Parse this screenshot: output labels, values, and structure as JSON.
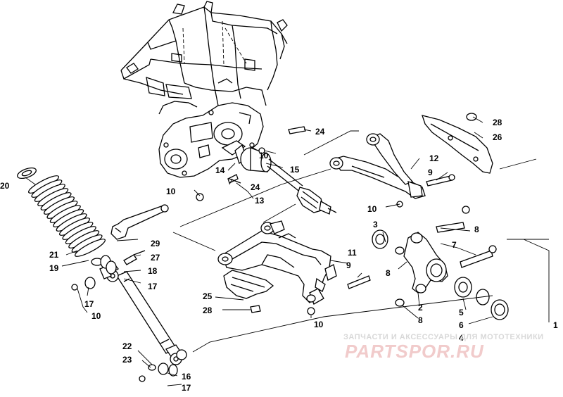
{
  "callouts": {
    "c1": "1",
    "c2": "2",
    "c3": "3",
    "c4": "4",
    "c5": "5",
    "c6": "6",
    "c7": "7",
    "c8a": "8",
    "c8b": "8",
    "c8c": "8",
    "c9a": "9",
    "c9b": "9",
    "c10a": "10",
    "c10b": "10",
    "c10c": "10",
    "c10d": "10",
    "c10e": "10",
    "c11": "11",
    "c12": "12",
    "c13": "13",
    "c14": "14",
    "c15": "15",
    "c16": "16",
    "c17a": "17",
    "c17b": "17",
    "c17c": "17",
    "c18": "18",
    "c19": "19",
    "c20": "20",
    "c21": "21",
    "c22": "22",
    "c23": "23",
    "c24a": "24",
    "c24b": "24",
    "c25": "25",
    "c26": "26",
    "c27": "27",
    "c28a": "28",
    "c28b": "28",
    "c29": "29"
  },
  "watermark": {
    "line": "ЗАПЧАСТИ И АКСЕССУАРЫ ДЛЯ МОТОТЕХНИКИ",
    "logo": "PARTSPOR.RU"
  }
}
